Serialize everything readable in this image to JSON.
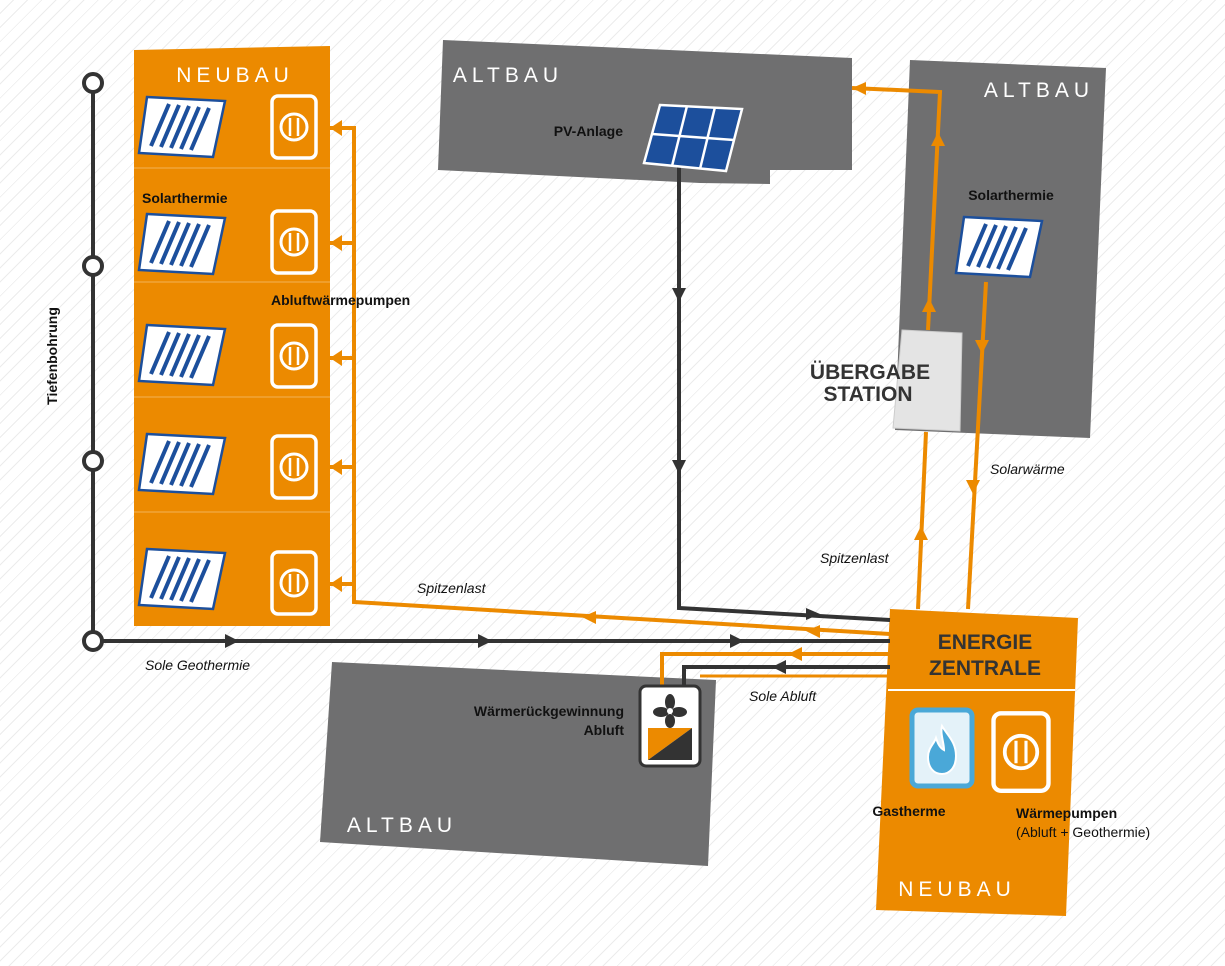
{
  "buildings": {
    "neubau_left": {
      "title": "NEUBAU",
      "floor_label": "Solarthermie",
      "pump_label": "Abluftwärmepumpen"
    },
    "altbau_top": {
      "title": "ALTBAU",
      "pv_label": "PV-Anlage"
    },
    "altbau_right": {
      "title": "ALTBAU",
      "solar_label": "Solarthermie",
      "station_line1": "ÜBERGABE",
      "station_line2": "STATION"
    },
    "altbau_bottom": {
      "title": "ALTBAU",
      "recovery_line1": "Wärmerückgewinnung",
      "recovery_line2": "Abluft"
    },
    "energiezentrale": {
      "line1": "ENERGIE",
      "line2": "ZENTRALE",
      "gas_label": "Gastherme",
      "pump_line1": "Wärmepumpen",
      "pump_line2": "(Abluft + Geothermie)",
      "title": "NEUBAU"
    }
  },
  "flows": {
    "tiefenbohrung": "Tiefenbohrung",
    "sole_geothermie": "Sole Geothermie",
    "spitzenlast_left": "Spitzenlast",
    "spitzenlast_right": "Spitzenlast",
    "solarwaerme": "Solarwärme",
    "sole_abluft": "Sole Abluft"
  },
  "colors": {
    "orange": "#ec8a00",
    "grey": "#6f6f70",
    "dark": "#333333",
    "blue": "#1c4f9c",
    "cyan": "#4aa8d8"
  }
}
